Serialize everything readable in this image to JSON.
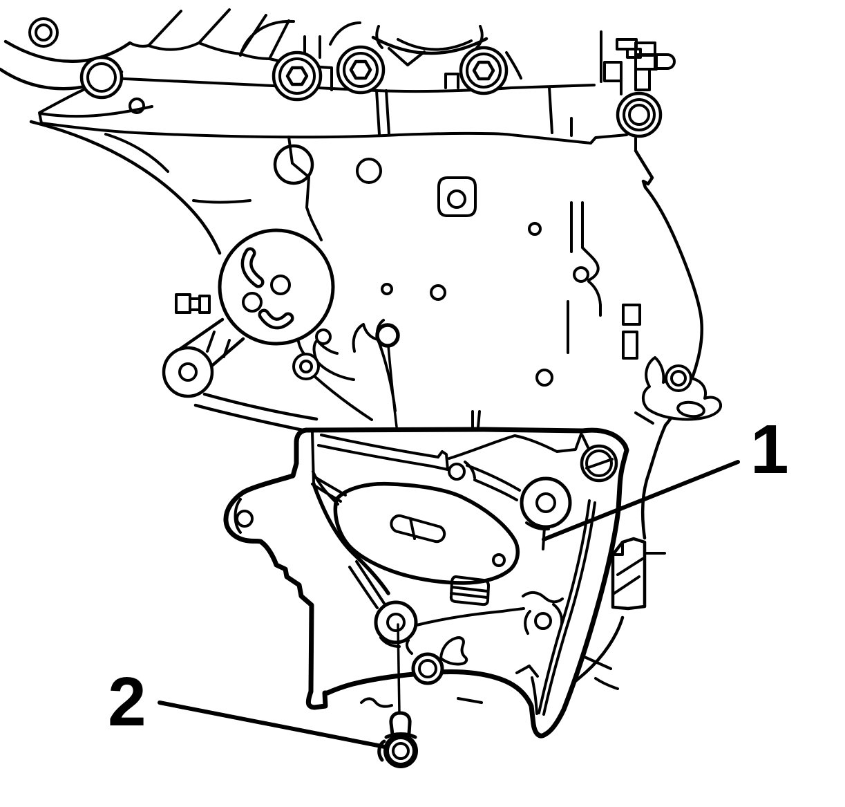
{
  "diagram": {
    "background_color": "#ffffff",
    "line_color": "#000000",
    "callouts": [
      {
        "label": "1",
        "points_to": "engine-front-cover"
      },
      {
        "label": "2",
        "points_to": "front-cover-bolt"
      }
    ]
  }
}
